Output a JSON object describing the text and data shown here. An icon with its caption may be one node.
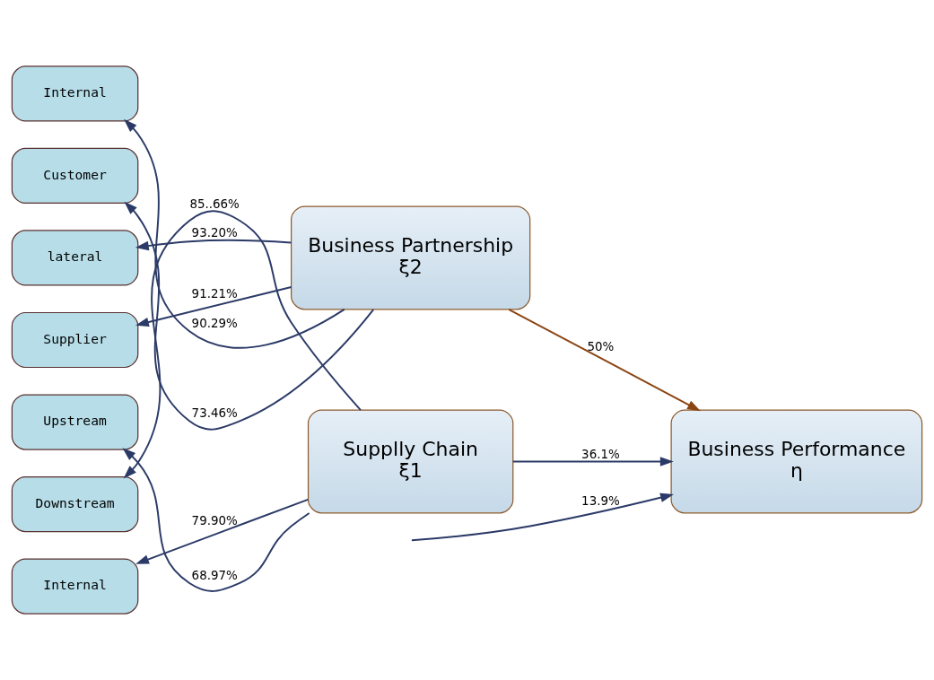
{
  "diagram": {
    "nodes": [
      {
        "text": [
          "Downstream"
        ]
      },
      {
        "text": [
          "Internal"
        ]
      },
      {
        "text": [
          "Upstream"
        ]
      },
      {
        "text": [
          "Supplly Chain",
          "ξ1"
        ]
      },
      {
        "text": [
          "Business Performance",
          "η"
        ]
      },
      {
        "text": [
          "lateral"
        ]
      },
      {
        "text": [
          "Supplier"
        ]
      },
      {
        "text": [
          "Internal"
        ]
      },
      {
        "text": [
          "Customer"
        ]
      },
      {
        "text": [
          "Business Partnership",
          "ξ2"
        ]
      }
    ],
    "edges": [
      {
        "from": 3,
        "to": 0,
        "arrow": "to",
        "label": "85..66%"
      },
      {
        "from": 3,
        "to": 1,
        "arrow": "to",
        "label": "79.90%"
      },
      {
        "from": 3,
        "to": 2,
        "arrow": "to",
        "label": "68.97%"
      },
      {
        "from": 3,
        "to": 4,
        "arrow": "to",
        "label": "36.1%"
      },
      {
        "from": null,
        "to": 4,
        "arrow": "to",
        "label": "13.9%"
      },
      {
        "from": 9,
        "to": 4,
        "arrow": "to",
        "label": "50%",
        "color": "#8b4513"
      },
      {
        "from": 9,
        "to": 5,
        "arrow": "to",
        "label": "93.20%"
      },
      {
        "from": 9,
        "to": 6,
        "arrow": "to",
        "label": "91.21%"
      },
      {
        "from": 9,
        "to": 7,
        "arrow": "to",
        "label": "90.29%"
      },
      {
        "from": 9,
        "to": 8,
        "arrow": "to",
        "label": "73.46%"
      }
    ]
  }
}
